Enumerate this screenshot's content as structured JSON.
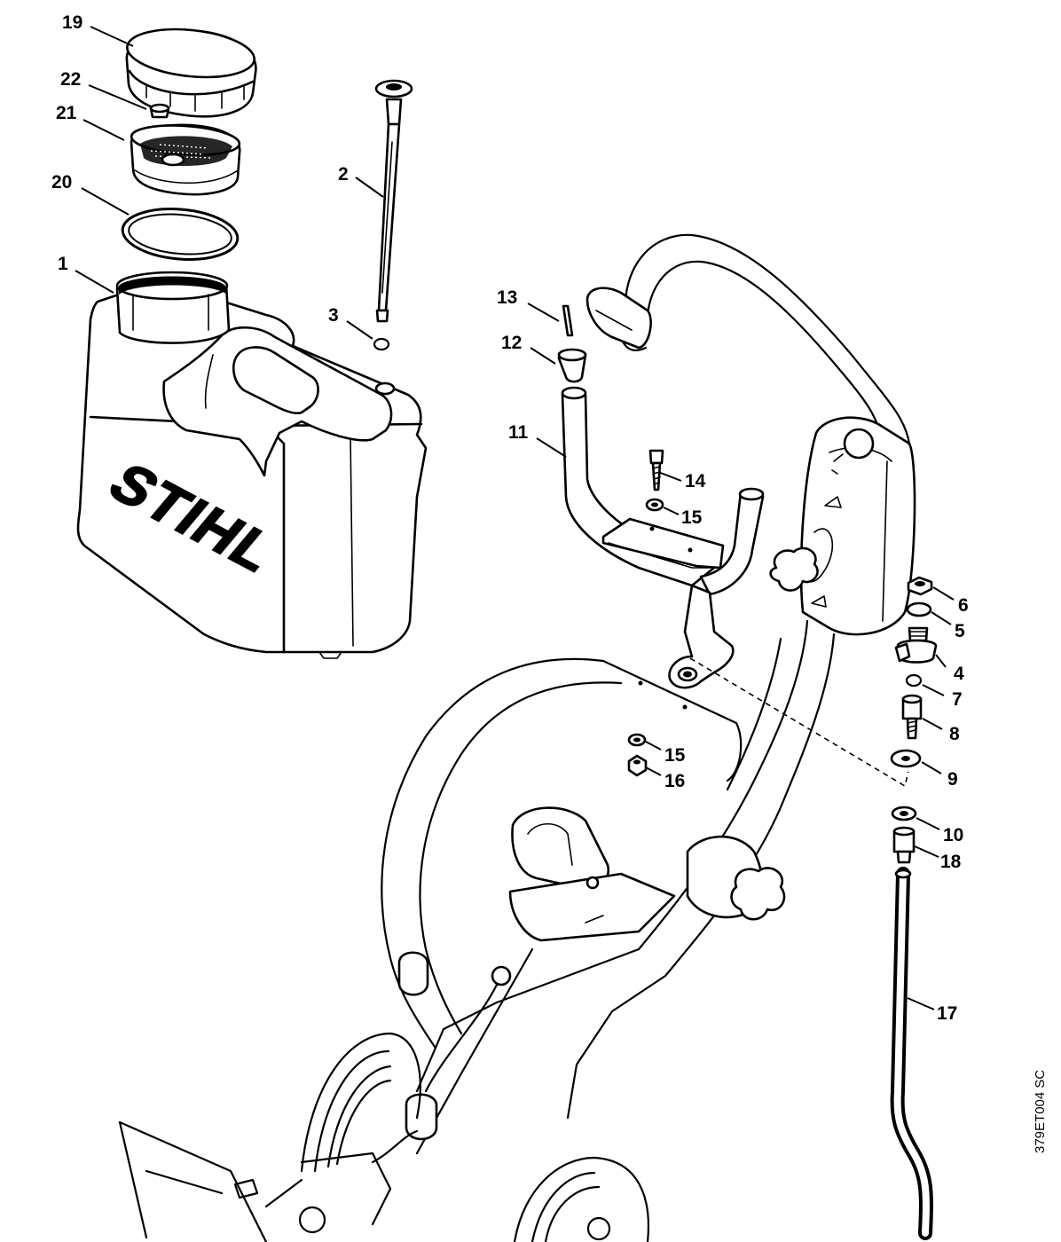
{
  "callouts": [
    {
      "id": "19",
      "text": "19"
    },
    {
      "id": "22",
      "text": "22"
    },
    {
      "id": "21",
      "text": "21"
    },
    {
      "id": "20",
      "text": "20"
    },
    {
      "id": "1",
      "text": "1"
    },
    {
      "id": "2",
      "text": "2"
    },
    {
      "id": "3",
      "text": "3"
    },
    {
      "id": "13",
      "text": "13"
    },
    {
      "id": "12",
      "text": "12"
    },
    {
      "id": "11",
      "text": "11"
    },
    {
      "id": "14",
      "text": "14"
    },
    {
      "id": "15a",
      "text": "15"
    },
    {
      "id": "15b",
      "text": "15"
    },
    {
      "id": "16",
      "text": "16"
    },
    {
      "id": "6",
      "text": "6"
    },
    {
      "id": "5",
      "text": "5"
    },
    {
      "id": "4",
      "text": "4"
    },
    {
      "id": "7",
      "text": "7"
    },
    {
      "id": "8",
      "text": "8"
    },
    {
      "id": "9",
      "text": "9"
    },
    {
      "id": "10",
      "text": "10"
    },
    {
      "id": "18",
      "text": "18"
    },
    {
      "id": "17",
      "text": "17"
    }
  ],
  "brand_logo": "STIHL",
  "drawing_code": "379ET004 SC",
  "icons": [
    "water-tank",
    "tank-cap",
    "strainer",
    "gasket",
    "dipstick",
    "bracket",
    "hose",
    "valve",
    "cart-frame",
    "wheel"
  ]
}
